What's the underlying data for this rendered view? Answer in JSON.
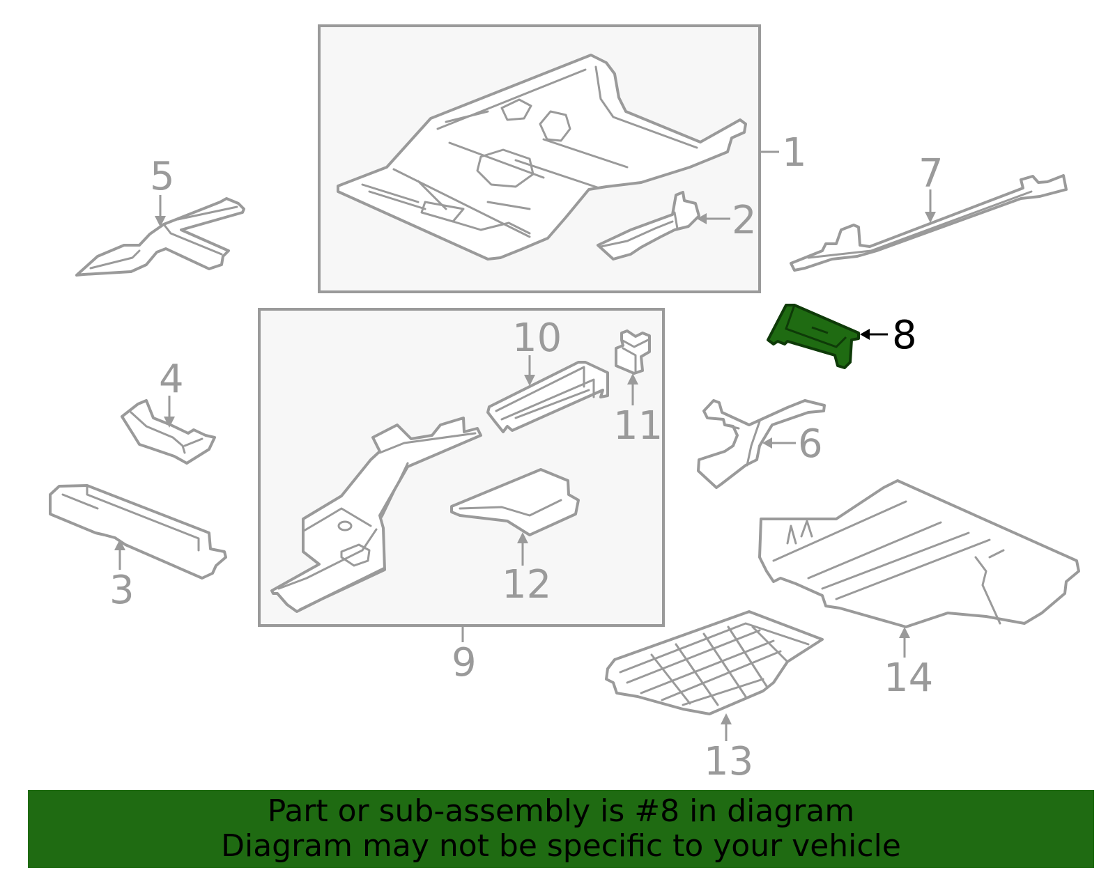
{
  "callouts": {
    "c1": "1",
    "c2": "2",
    "c3": "3",
    "c4": "4",
    "c5": "5",
    "c6": "6",
    "c7": "7",
    "c8": "8",
    "c9": "9",
    "c10": "10",
    "c11": "11",
    "c12": "12",
    "c13": "13",
    "c14": "14"
  },
  "highlighted_part": "8",
  "banner": {
    "line1": "Part or sub-assembly is #8 in diagram",
    "line2": "Diagram may not be specific to your vehicle"
  },
  "colors": {
    "highlight": "#1f6b12",
    "line": "#9a9a9a",
    "banner": "#1f6b12"
  }
}
